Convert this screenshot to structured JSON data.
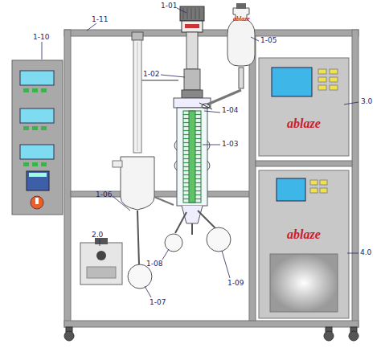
{
  "diagram": {
    "labels": [
      "1-01",
      "1-02",
      "1-03",
      "1-04",
      "1-05",
      "1-06",
      "1-07",
      "1-08",
      "1-09",
      "1-10",
      "1-11",
      "2.0",
      "3.0",
      "4.0",
      "ablaze",
      "ablaze",
      "ablaze"
    ]
  }
}
